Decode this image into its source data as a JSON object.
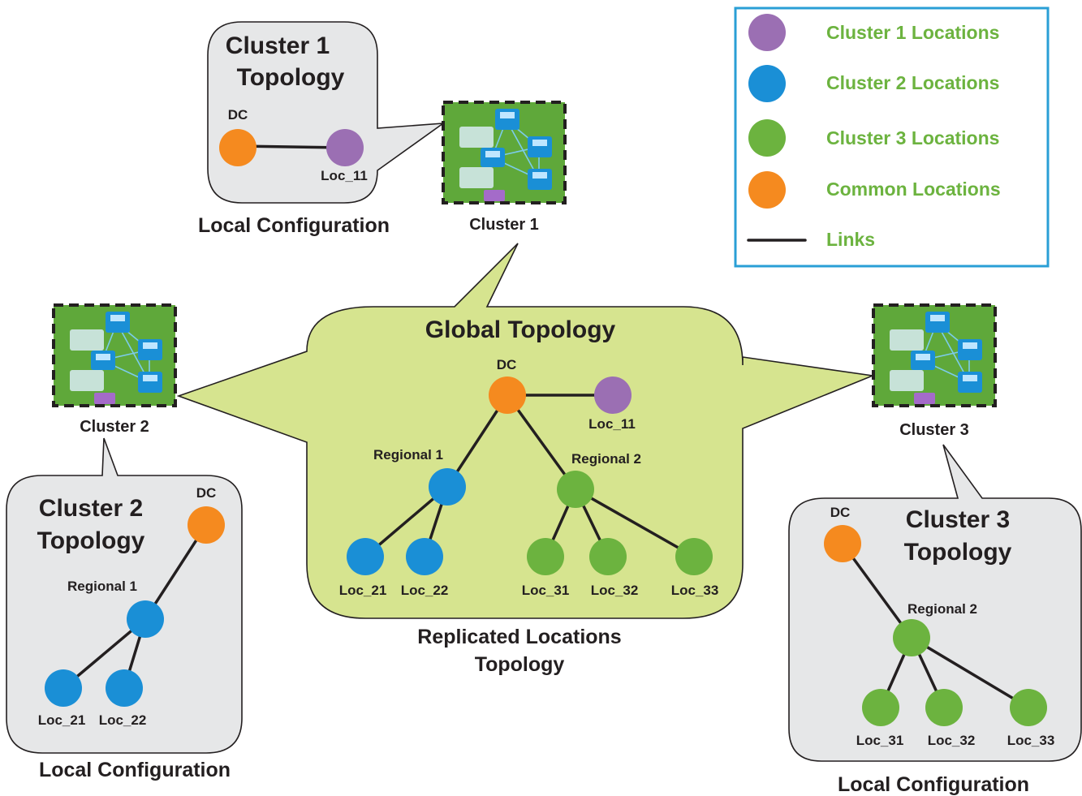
{
  "colors": {
    "cluster1": "#9b6fb3",
    "cluster2": "#1a8fd6",
    "cluster3": "#6cb33f",
    "common": "#f58a1f",
    "legend_border": "#2a9fd6",
    "legend_text": "#6cb33f",
    "bubble_grey": "#e6e7e8",
    "bubble_green": "#d6e48f"
  },
  "legend": {
    "items": [
      {
        "label": "Cluster 1 Locations",
        "kind": "dot",
        "color_key": "cluster1"
      },
      {
        "label": "Cluster 2 Locations",
        "kind": "dot",
        "color_key": "cluster2"
      },
      {
        "label": "Cluster 3 Locations",
        "kind": "dot",
        "color_key": "cluster3"
      },
      {
        "label": "Common Locations",
        "kind": "dot",
        "color_key": "common"
      },
      {
        "label": "Links",
        "kind": "line"
      }
    ]
  },
  "clusters": {
    "c1": {
      "name": "Cluster 1",
      "icon": "network-cluster-icon"
    },
    "c2": {
      "name": "Cluster 2",
      "icon": "network-cluster-icon"
    },
    "c3": {
      "name": "Cluster 3",
      "icon": "network-cluster-icon"
    }
  },
  "cluster1_topology": {
    "title_line1": "Cluster 1",
    "title_line2": "Topology",
    "caption": "Local Configuration",
    "nodes": {
      "dc": "DC",
      "loc11": "Loc_11"
    }
  },
  "cluster2_topology": {
    "title_line1": "Cluster 2",
    "title_line2": "Topology",
    "caption": "Local Configuration",
    "nodes": {
      "dc": "DC",
      "regional1": "Regional 1",
      "loc21": "Loc_21",
      "loc22": "Loc_22"
    }
  },
  "cluster3_topology": {
    "title_line1": "Cluster 3",
    "title_line2": "Topology",
    "caption": "Local Configuration",
    "nodes": {
      "dc": "DC",
      "regional2": "Regional 2",
      "loc31": "Loc_31",
      "loc32": "Loc_32",
      "loc33": "Loc_33"
    }
  },
  "global_topology": {
    "title": "Global Topology",
    "caption_line1": "Replicated Locations",
    "caption_line2": "Topology",
    "nodes": {
      "dc": "DC",
      "loc11": "Loc_11",
      "regional1": "Regional 1",
      "regional2": "Regional 2",
      "loc21": "Loc_21",
      "loc22": "Loc_22",
      "loc31": "Loc_31",
      "loc32": "Loc_32",
      "loc33": "Loc_33"
    }
  }
}
